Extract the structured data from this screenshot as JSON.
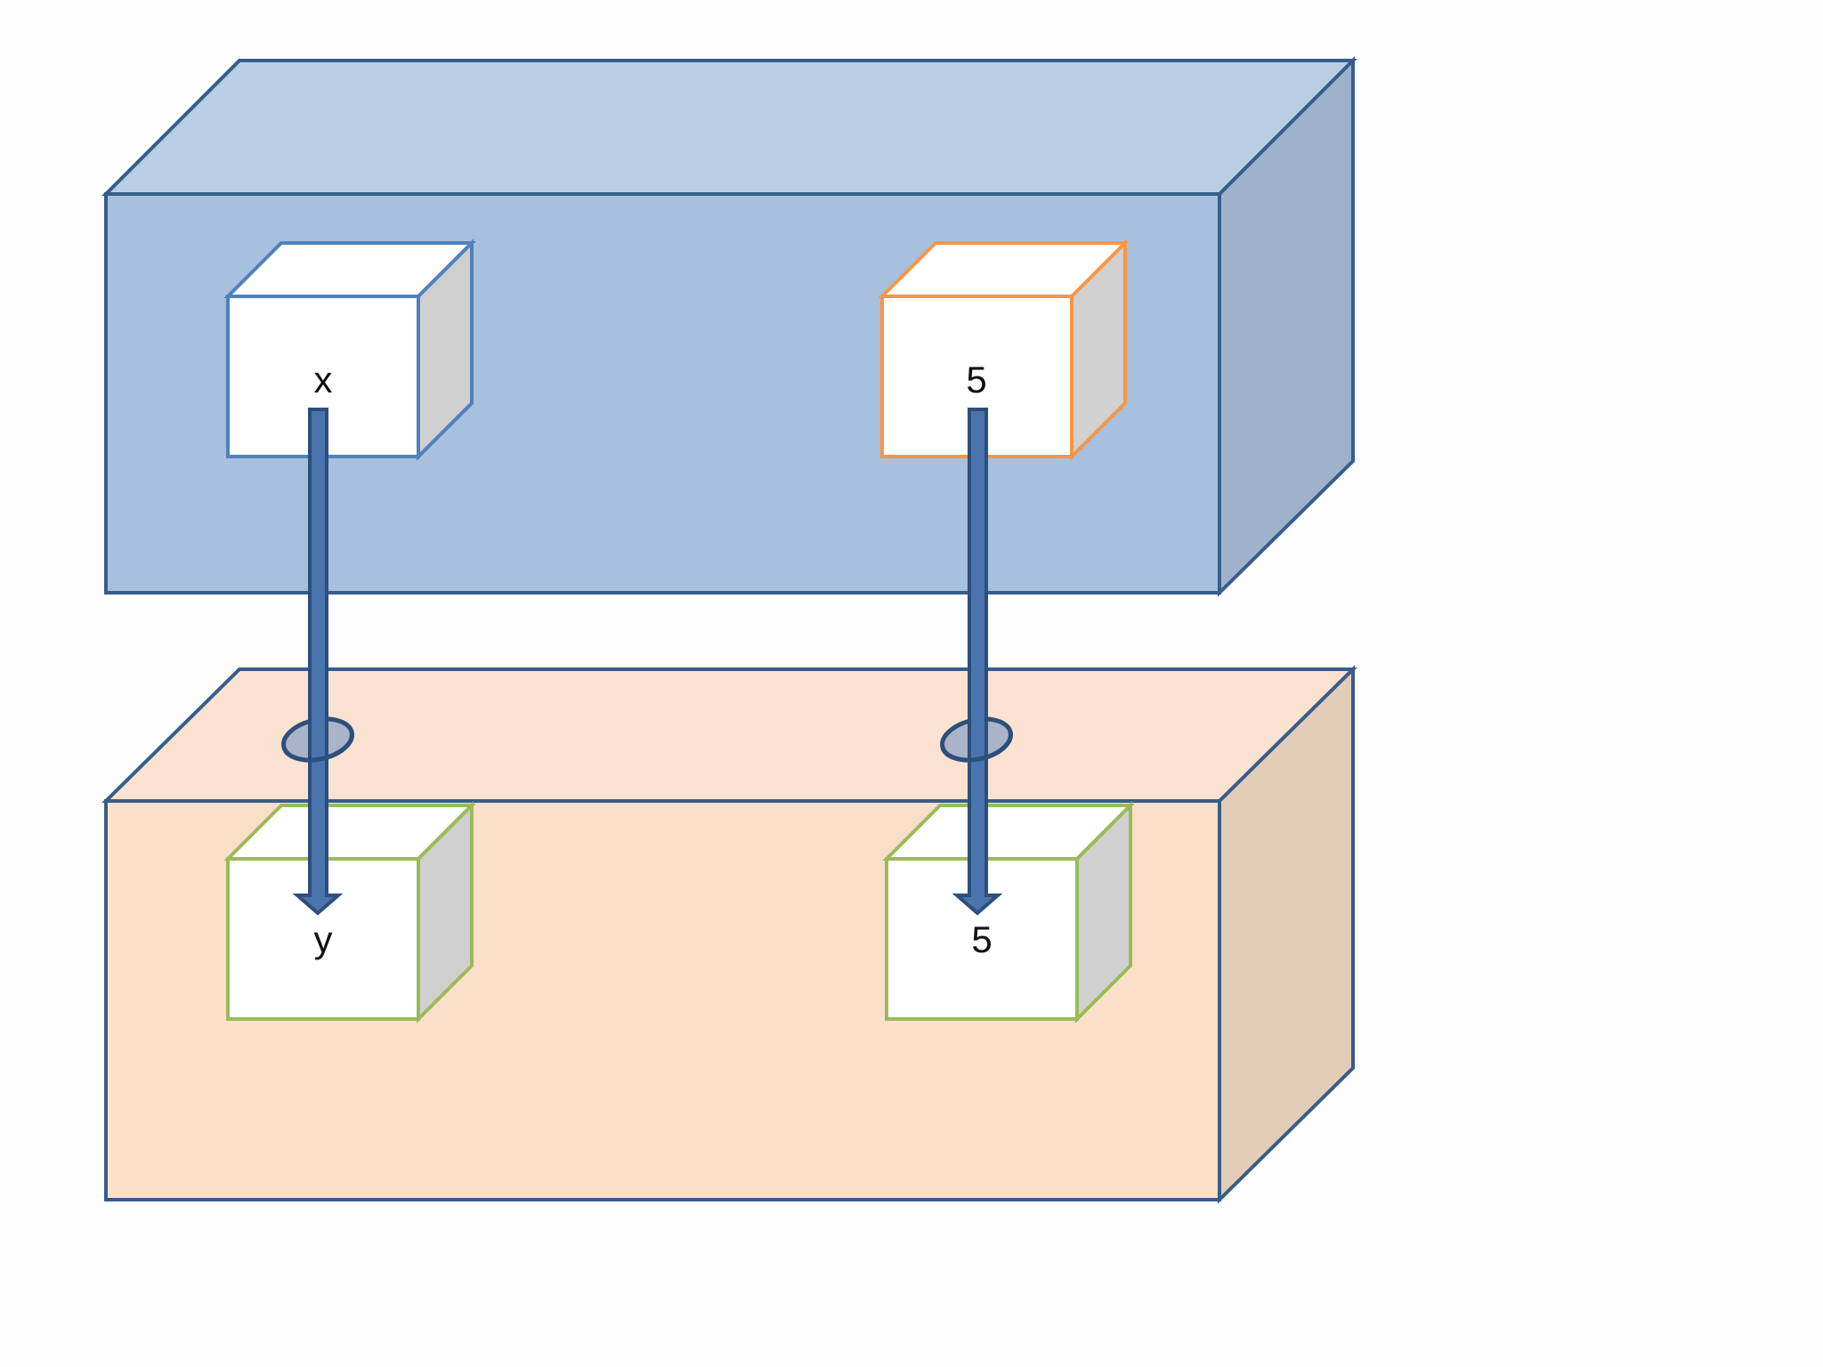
{
  "diagram": {
    "colors": {
      "background": "#fdfdfd",
      "outline": "#385d8a",
      "upper_block_front": "#a7c0de",
      "upper_block_top": "#b8cfe5",
      "upper_block_side": "#9fb2cb",
      "lower_block_front": "#fbdfc9",
      "lower_block_top": "#fce2d1",
      "lower_block_side": "#e4cdb8",
      "cube_face": "#ffffff",
      "cube_side": "#d0d0d0",
      "cube_blue_border": "#4f81bd",
      "cube_orange_border": "#f79646",
      "cube_green_border": "#9bbb59",
      "arrow_fill": "#4a74ad",
      "arrow_stroke": "#2d4f7c",
      "ring_fill": "#a9b4c9"
    },
    "upper_block": {
      "cubes": [
        {
          "label": "x",
          "border_color": "blue"
        },
        {
          "label": "5",
          "border_color": "orange"
        }
      ]
    },
    "lower_block": {
      "cubes": [
        {
          "label": "y",
          "border_color": "green"
        },
        {
          "label": "5",
          "border_color": "green"
        }
      ]
    },
    "arrows": [
      {
        "from": "x",
        "to": "y"
      },
      {
        "from": "5",
        "to": "5"
      }
    ]
  }
}
